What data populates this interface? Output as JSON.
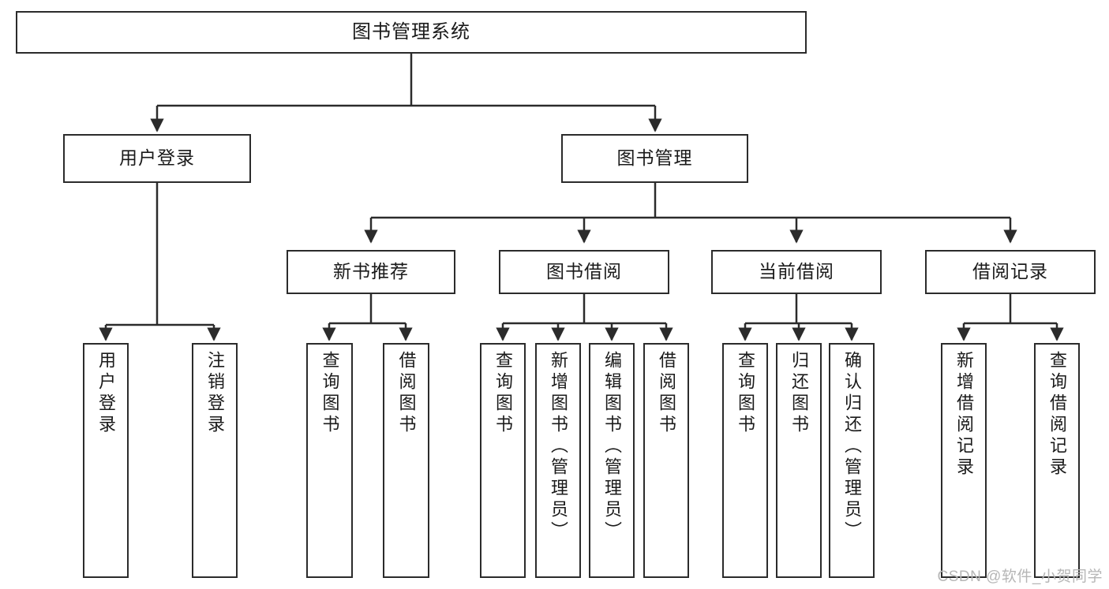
{
  "diagram": {
    "type": "tree",
    "title": "图书管理系统",
    "orientation": "top-down",
    "colors": {
      "box_border": "#2b2b2b",
      "box_fill": "#ffffff",
      "edge": "#2b2b2b",
      "text": "#1a1a1a",
      "watermark": "#b6b6b6"
    },
    "root": {
      "label": "图书管理系统",
      "children": [
        {
          "label": "用户登录",
          "children": [
            {
              "label": "用户登录"
            },
            {
              "label": "注销登录"
            }
          ]
        },
        {
          "label": "图书管理",
          "children": [
            {
              "label": "新书推荐",
              "children": [
                {
                  "label": "查询图书"
                },
                {
                  "label": "借阅图书"
                }
              ]
            },
            {
              "label": "图书借阅",
              "children": [
                {
                  "label": "查询图书"
                },
                {
                  "label": "新增图书（管理员）"
                },
                {
                  "label": "编辑图书（管理员）"
                },
                {
                  "label": "借阅图书"
                }
              ]
            },
            {
              "label": "当前借阅",
              "children": [
                {
                  "label": "查询图书"
                },
                {
                  "label": "归还图书"
                },
                {
                  "label": "确认归还（管理员）"
                }
              ]
            },
            {
              "label": "借阅记录",
              "children": [
                {
                  "label": "新增借阅记录"
                },
                {
                  "label": "查询借阅记录"
                }
              ]
            }
          ]
        }
      ]
    }
  },
  "watermark": {
    "text": "CSDN @软件_小贺同学"
  }
}
